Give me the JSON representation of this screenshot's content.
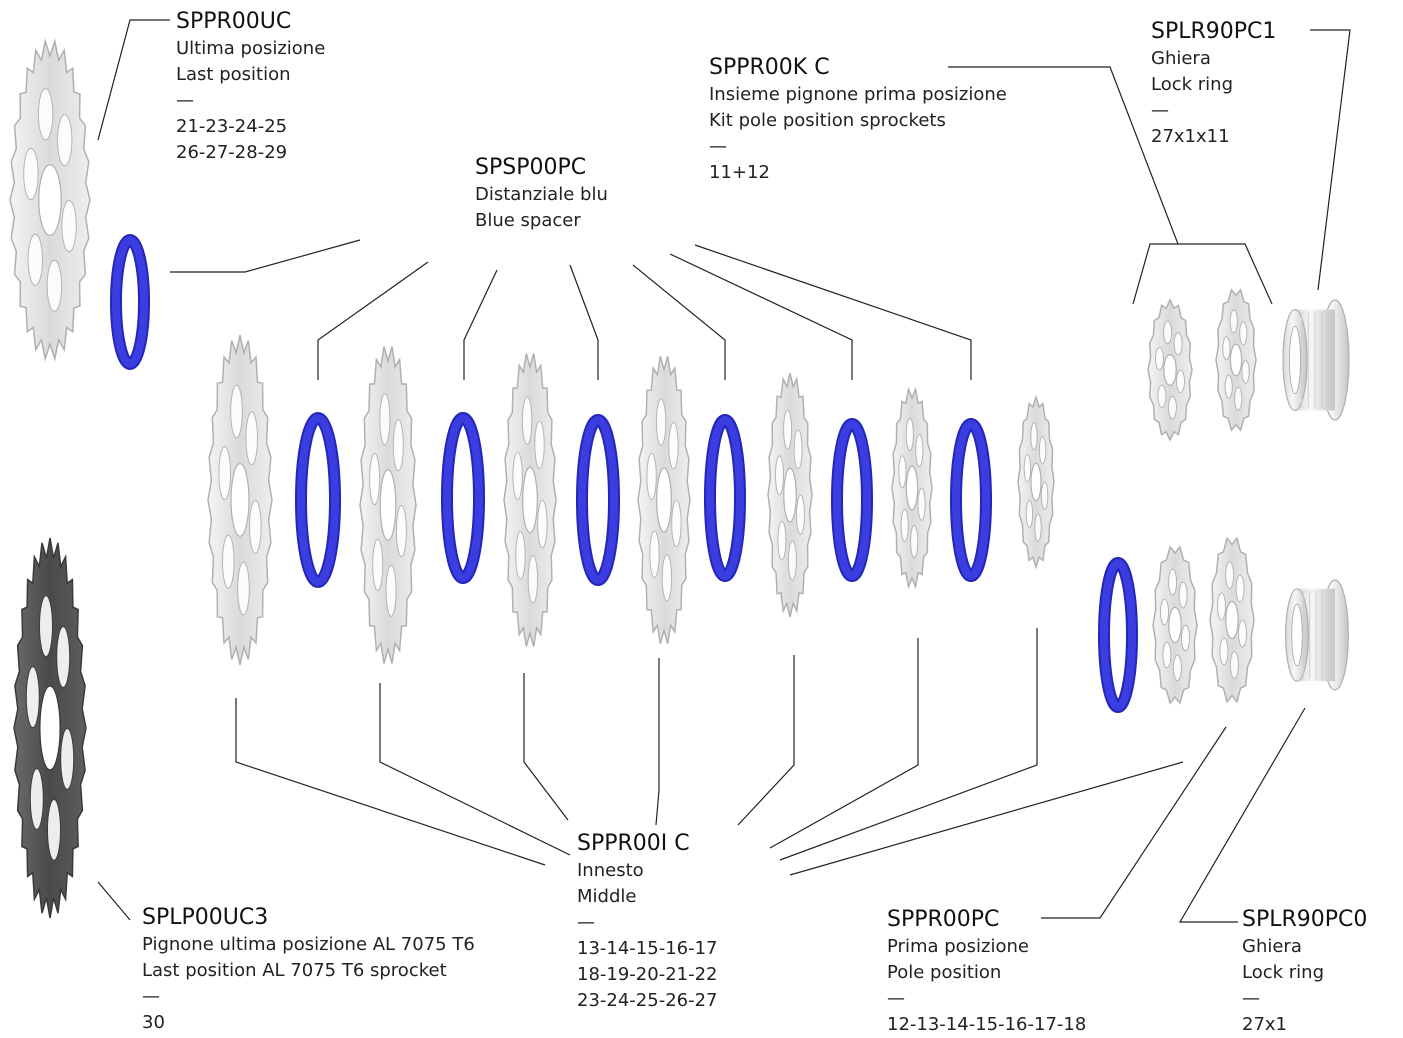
{
  "colors": {
    "spacer": "#3a3ee0",
    "spacer_dark": "#2326b8",
    "sprocket_silver": "#e4e4e4",
    "sprocket_silver_edge": "#b0b0b0",
    "sprocket_grey": "#5a5a5a",
    "leader": "#222222"
  },
  "labels": {
    "uc": {
      "code": "SPPR00UC",
      "it": "Ultima posizione",
      "en": "Last position",
      "dash": "—",
      "v1": "21-23-24-25",
      "v2": "26-27-28-29"
    },
    "sp": {
      "code": "SPSP00PC",
      "it": "Distanziale blu",
      "en": "Blue spacer"
    },
    "kc": {
      "code": "SPPR00K C",
      "it": "Insieme pignone prima posizione",
      "en": "Kit pole position sprockets",
      "dash": "—",
      "v1": "11+12"
    },
    "lr1": {
      "code": "SPLR90PC1",
      "it": "Ghiera",
      "en": "Lock ring",
      "dash": "—",
      "v1": "27x1x11"
    },
    "uc3": {
      "code": "SPLP00UC3",
      "it": "Pignone ultima posizione AL 7075 T6",
      "en": "Last position AL 7075 T6 sprocket",
      "dash": "—",
      "v1": "30"
    },
    "ic": {
      "code": "SPPR00I C",
      "it": "Innesto",
      "en": "Middle",
      "dash": "—",
      "v1": "13-14-15-16-17",
      "v2": "18-19-20-21-22",
      "v3": "23-24-25-26-27"
    },
    "pc": {
      "code": "SPPR00PC",
      "it": "Prima posizione",
      "en": "Pole position",
      "dash": "—",
      "v1": "12-13-14-15-16-17-18"
    },
    "lr0": {
      "code": "SPLR90PC0",
      "it": "Ghiera",
      "en": "Lock ring",
      "dash": "—",
      "v1": "27x1"
    }
  }
}
